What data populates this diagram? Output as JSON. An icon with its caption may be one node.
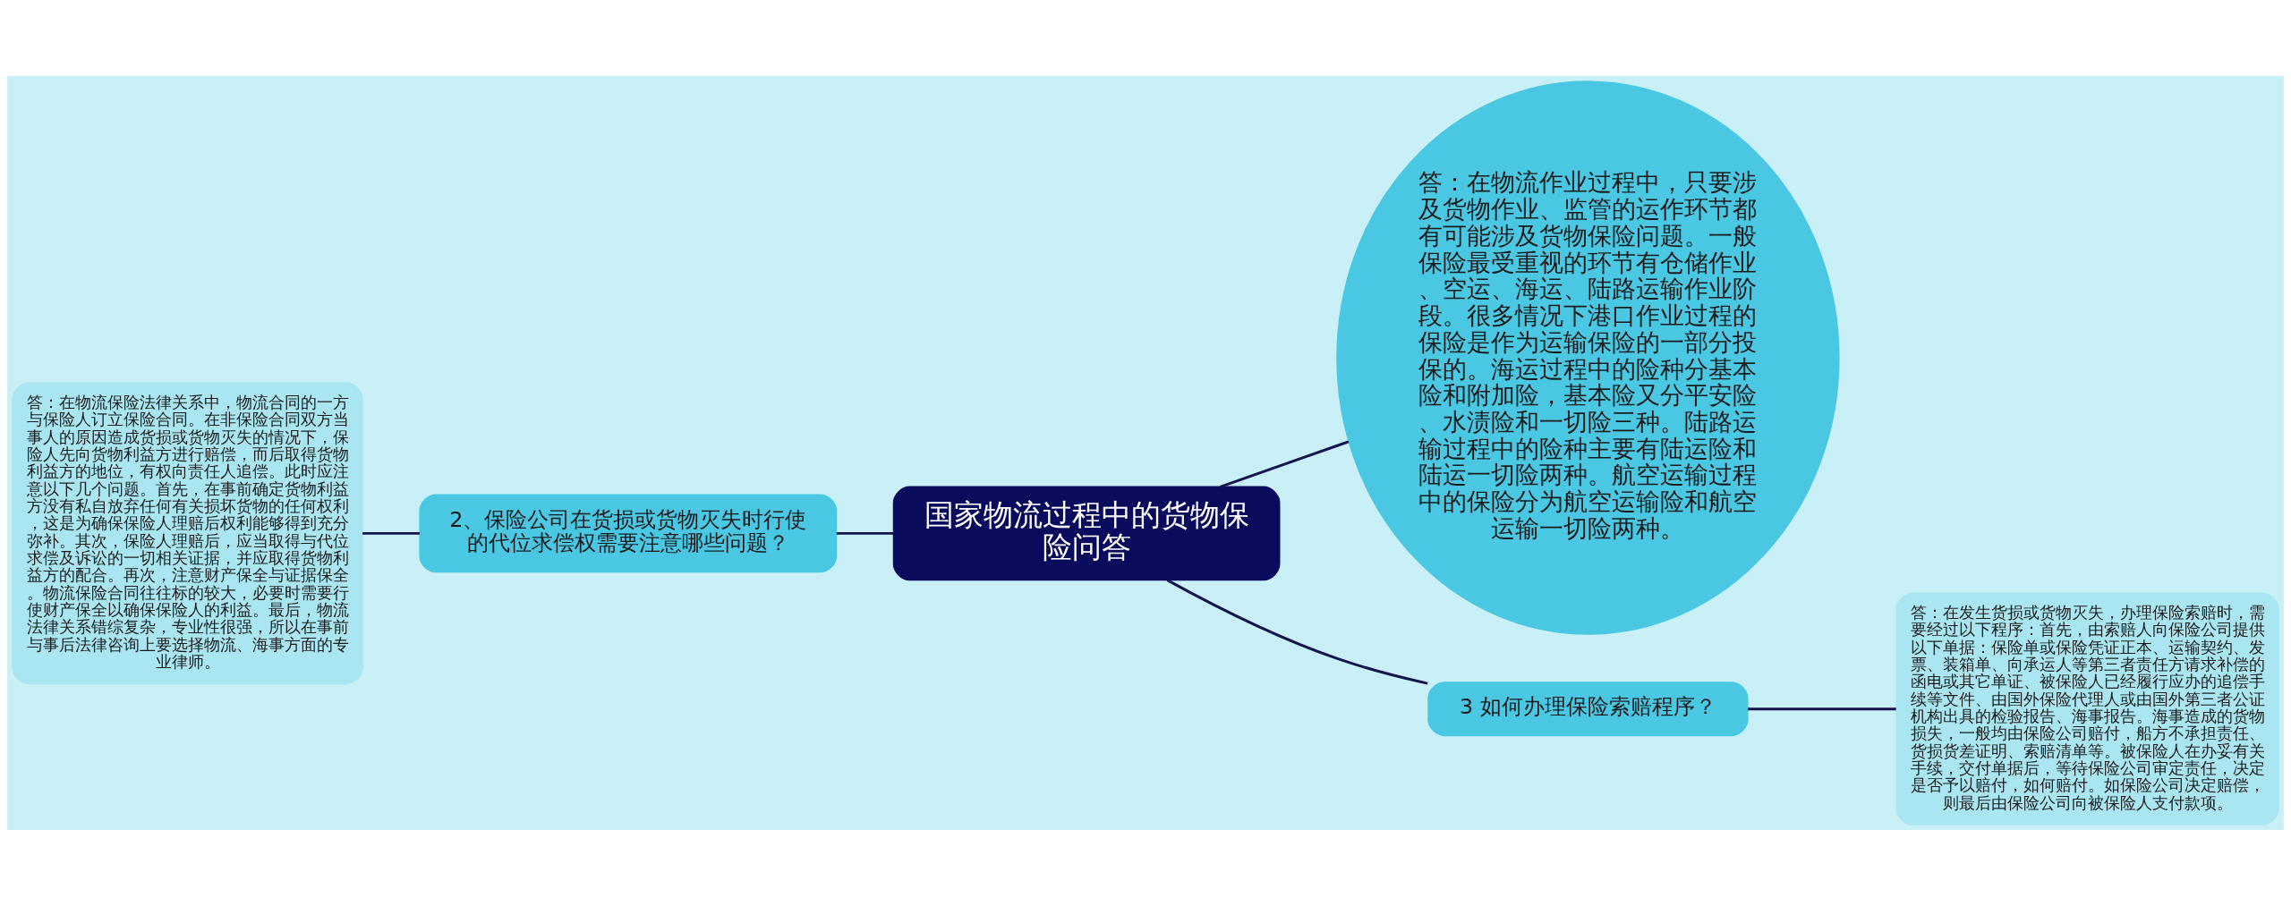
{
  "diagram": {
    "nodes": [
      {
        "text": [
          "国家物流过程中的货物保险问答"
        ]
      },
      {
        "text": [
          "答：在物流作业过程中，只要涉及货物作业、监管的运作环节都有可能涉及货物保险问题。一般保险最受重视的环节有仓储作业、空运、海运、陆路运输作业阶段。很多情况下港口作业过程的保险是作为运输保险的一部分投保的。海运过程中的险种分基本险和附加险，基本险又分平安险、水渍险和一切险三种。陆路运输过程中的险种主要有陆运险和陆运一切险两种。航空运输过程中的保险分为航空运输险和航空运输一切险两种。"
        ]
      },
      {
        "text": [
          "2、保险公司在货损或货物灭失时行使的代位求偿权需要注意哪些问题？"
        ]
      },
      {
        "text": [
          "答：在物流保险法律关系中，物流合同的一方与保险人订立保险合同。在非保险合同双方当事人的原因造成货损或货物灭失的情况下，保险人先向货物利益方进行赔偿，而后取得货物利益方的地位，有权向责任人追偿。此时应注意以下几个问题。首先，在事前确定货物利益方没有私自放弃任何有关损坏货物的任何权利，这是为确保保险人理赔后权利能够得到充分弥补。其次，保险人理赔后，应当取得与代位求偿及诉讼的一切相关证据，并应取得货物利益方的配合。再次，注意财产保全与证据保全。物流保险合同往往标的较大，必要时需要行使财产保全以确保保险人的利益。最后，物流法律关系错综复杂，专业性很强，所以在事前与事后法律咨询上要选择物流、海事方面的专业律师。"
        ]
      },
      {
        "text": [
          "3 如何办理保险索赔程序？"
        ]
      },
      {
        "text": [
          "答：在发生货损或货物灭失，办理保险索赔时，需要经过以下程序：首先，由索赔人向保险公司提供以下单据：保险单或保险凭证正本、运输契约、发票、装箱单、向承运人等第三者责任方请求补偿的函电或其它单证、被保险人已经履行应办的追偿手续等文件、由国外保险代理人或由国外第三者公证机构出具的检验报告、海事报告。海事造成的货物损失，一般均由保险公司赔付，船方不承担责任、货损货差证明、索赔清单等。被保险人在办妥有关手续，交付单据后，等待保险公司审定责任，决定是否予以赔付，如何赔付。如保险公司决定赔偿，则最后由保险公司向被保险人支付款项。"
        ]
      }
    ],
    "edges": [
      {
        "from": 0,
        "to": 1,
        "arrow": "none"
      },
      {
        "from": 0,
        "to": 2,
        "arrow": "none"
      },
      {
        "from": 2,
        "to": 3,
        "arrow": "none"
      },
      {
        "from": 0,
        "to": 4,
        "arrow": "none"
      },
      {
        "from": 4,
        "to": 5,
        "arrow": "none"
      }
    ]
  }
}
